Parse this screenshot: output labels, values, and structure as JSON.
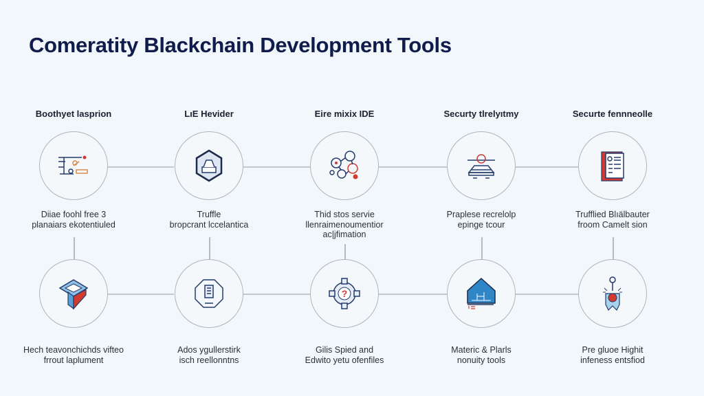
{
  "title": "Comeratity Blackchain Development Tools",
  "top_row": [
    {
      "label": "Boothyet lasprion",
      "icon": "circuit-icon",
      "desc": [
        "Diiae foohl free 3",
        "planaiars ekotentiuled"
      ]
    },
    {
      "label": "LıE Hevider",
      "icon": "hexagon-laptop-icon",
      "desc": [
        "Truffle",
        "bropcrant lccelantica"
      ]
    },
    {
      "label": "Eire mixix IDE",
      "icon": "network-nodes-icon",
      "desc": [
        "Thid stos servie",
        "llenraimenoumentior",
        "ac|jfimation"
      ]
    },
    {
      "label": "Securty tlrelyıtmy",
      "icon": "drone-device-icon",
      "desc": [
        "Praplese recrelolp",
        "epinge tcour"
      ]
    },
    {
      "label": "Securte fennneolle",
      "icon": "document-book-icon",
      "desc": [
        "Trufflied Blıälbauter",
        "froom Camelt sion"
      ]
    }
  ],
  "bottom_row": [
    {
      "icon": "isometric-block-icon",
      "desc": [
        "Hech teavonchichds vifteo",
        "frrout laplument"
      ]
    },
    {
      "icon": "octagon-device-icon",
      "desc": [
        "Ados ygullerstirk",
        "isch reellonntns"
      ]
    },
    {
      "icon": "gear-question-icon",
      "desc": [
        "Gilis Spied and",
        "Edwito yetu ofenfiles"
      ]
    },
    {
      "icon": "house-blueprint-icon",
      "desc": [
        "Materic & Plarls",
        "nonuity tools"
      ]
    },
    {
      "icon": "ribbon-badge-icon",
      "desc": [
        "Pre gluoe Highit",
        "infeness entsfiod"
      ]
    }
  ],
  "colors": {
    "title": "#101c4b",
    "accent_blue": "#2f6fb3",
    "accent_red": "#d23a2f",
    "navy": "#243a6b"
  }
}
